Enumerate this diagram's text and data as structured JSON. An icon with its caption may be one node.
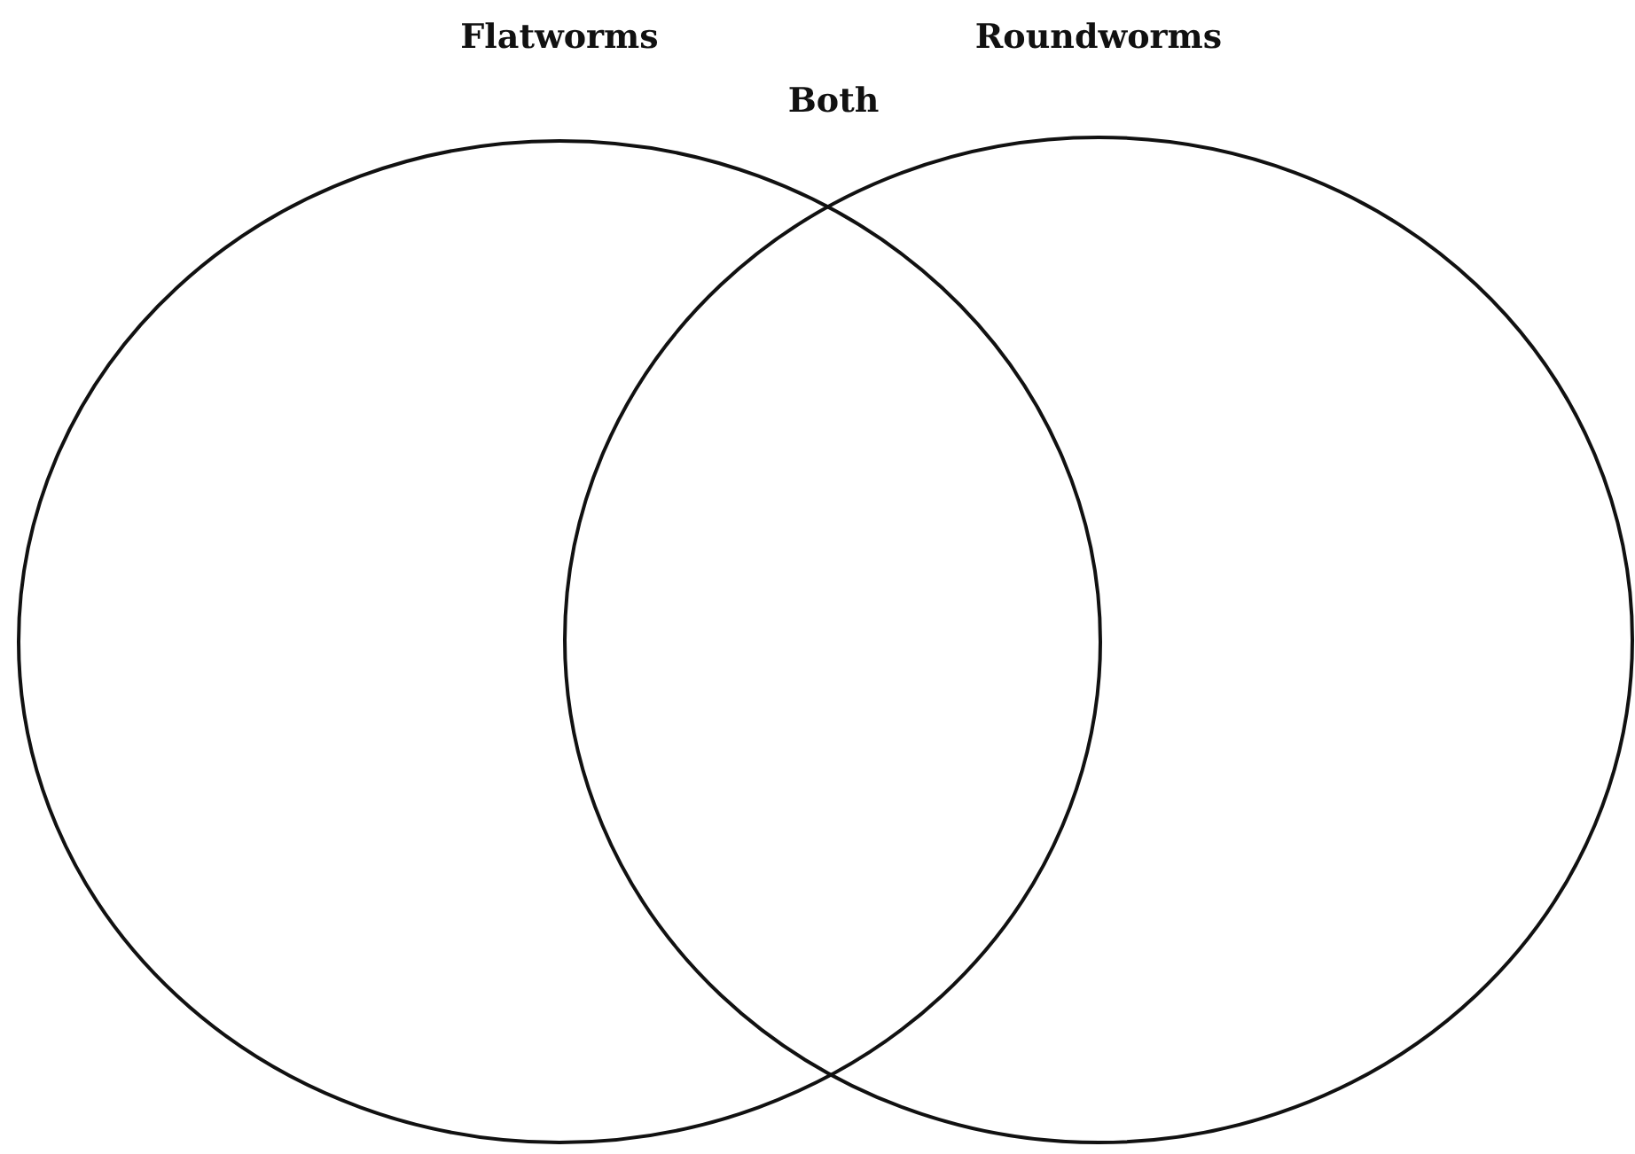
{
  "diagram": {
    "nodes": [
      {
        "text": [
          "Flatworms"
        ]
      },
      {
        "text": [
          "Roundworms"
        ]
      }
    ],
    "labels": [
      "Both"
    ]
  }
}
